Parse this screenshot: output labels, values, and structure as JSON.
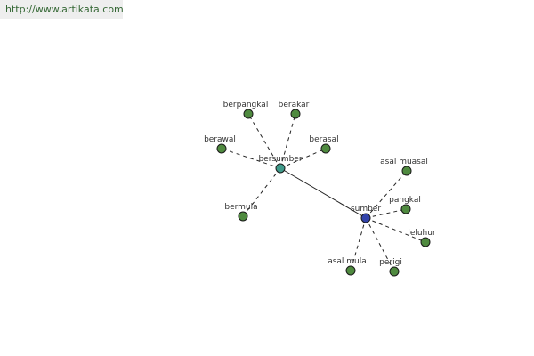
{
  "site": {
    "url": "http://www.artikata.com"
  },
  "graph": {
    "colors": {
      "leaf": "#4f8a3f",
      "bersumber": "#3f9a8a",
      "sumber": "#3344aa",
      "edge": "#222222"
    },
    "nodes": [
      {
        "id": "bersumber",
        "label": "bersumber",
        "kind": "hub"
      },
      {
        "id": "sumber",
        "label": "sumber",
        "kind": "hub"
      },
      {
        "id": "berpangkal",
        "label": "berpangkal",
        "kind": "leaf"
      },
      {
        "id": "berakar",
        "label": "berakar",
        "kind": "leaf"
      },
      {
        "id": "berawal",
        "label": "berawal",
        "kind": "leaf"
      },
      {
        "id": "berasal",
        "label": "berasal",
        "kind": "leaf"
      },
      {
        "id": "bermula",
        "label": "bermula",
        "kind": "leaf"
      },
      {
        "id": "asal_muasal",
        "label": "asal muasal",
        "kind": "leaf"
      },
      {
        "id": "pangkal",
        "label": "pangkal",
        "kind": "leaf"
      },
      {
        "id": "leluhur",
        "label": "leluhur",
        "kind": "leaf"
      },
      {
        "id": "asal_mula",
        "label": "asal mula",
        "kind": "leaf"
      },
      {
        "id": "perigi",
        "label": "perigi",
        "kind": "leaf"
      }
    ],
    "edges": [
      {
        "from": "bersumber",
        "to": "berpangkal",
        "style": "dashed"
      },
      {
        "from": "bersumber",
        "to": "berakar",
        "style": "dashed"
      },
      {
        "from": "bersumber",
        "to": "berawal",
        "style": "dashed"
      },
      {
        "from": "bersumber",
        "to": "berasal",
        "style": "dashed"
      },
      {
        "from": "bersumber",
        "to": "bermula",
        "style": "dashed"
      },
      {
        "from": "bersumber",
        "to": "sumber",
        "style": "solid"
      },
      {
        "from": "sumber",
        "to": "asal_muasal",
        "style": "dashed"
      },
      {
        "from": "sumber",
        "to": "pangkal",
        "style": "dashed"
      },
      {
        "from": "sumber",
        "to": "leluhur",
        "style": "dashed"
      },
      {
        "from": "sumber",
        "to": "asal_mula",
        "style": "dashed"
      },
      {
        "from": "sumber",
        "to": "perigi",
        "style": "dashed"
      }
    ]
  }
}
